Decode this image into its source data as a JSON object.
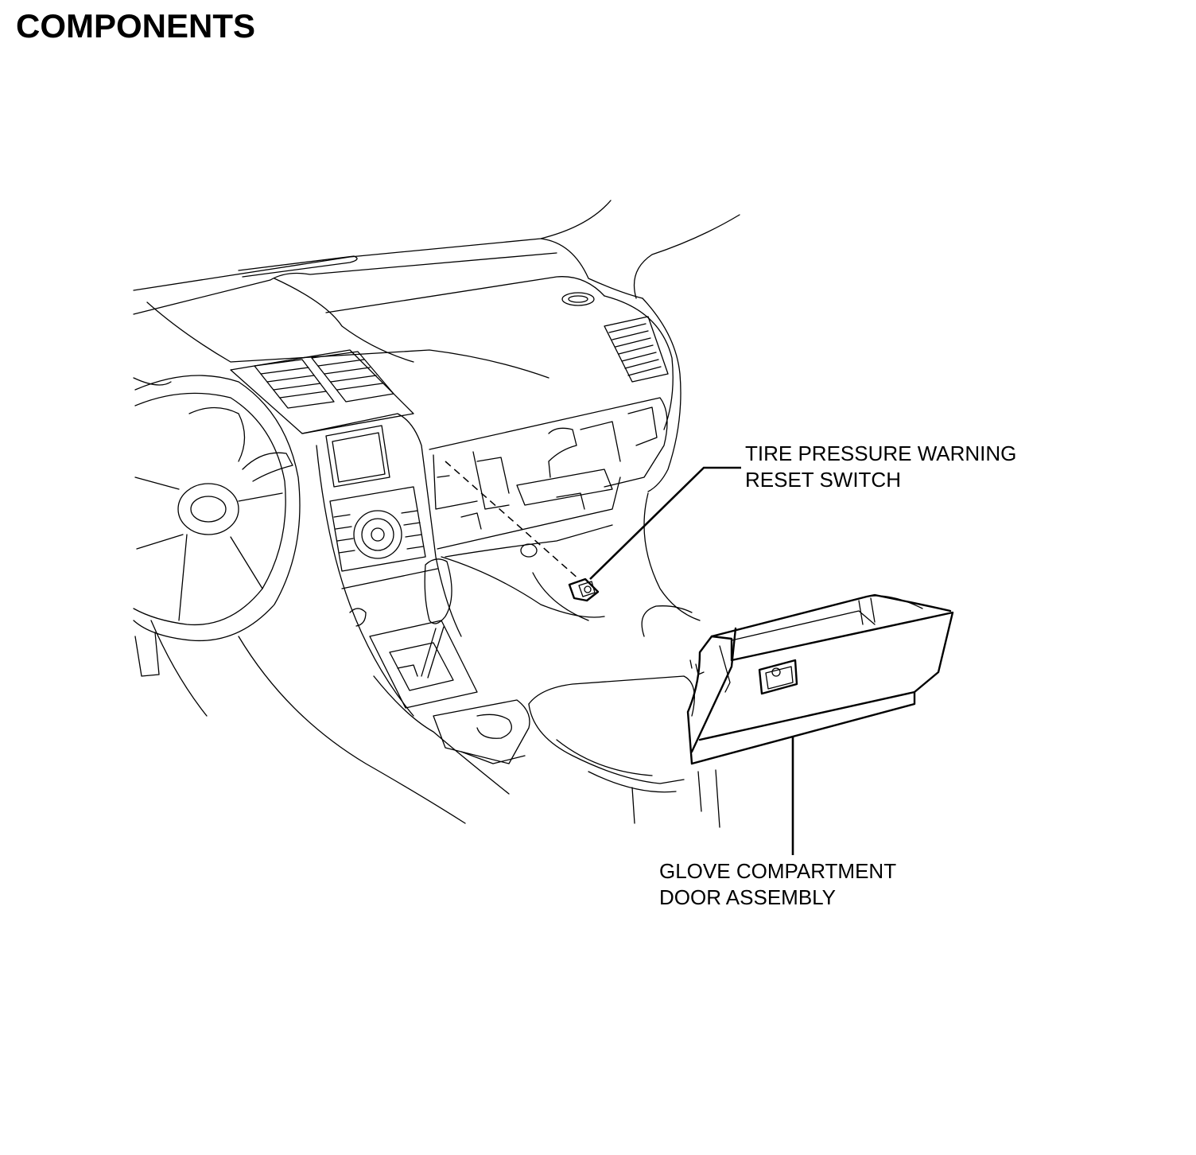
{
  "title": "COMPONENTS",
  "callouts": {
    "switch": {
      "line1": "TIRE PRESSURE WARNING",
      "line2": "RESET SWITCH"
    },
    "glovebox": {
      "line1": "GLOVE COMPARTMENT",
      "line2": "DOOR ASSEMBLY"
    }
  },
  "colors": {
    "ink": "#000000",
    "paper": "#ffffff"
  }
}
